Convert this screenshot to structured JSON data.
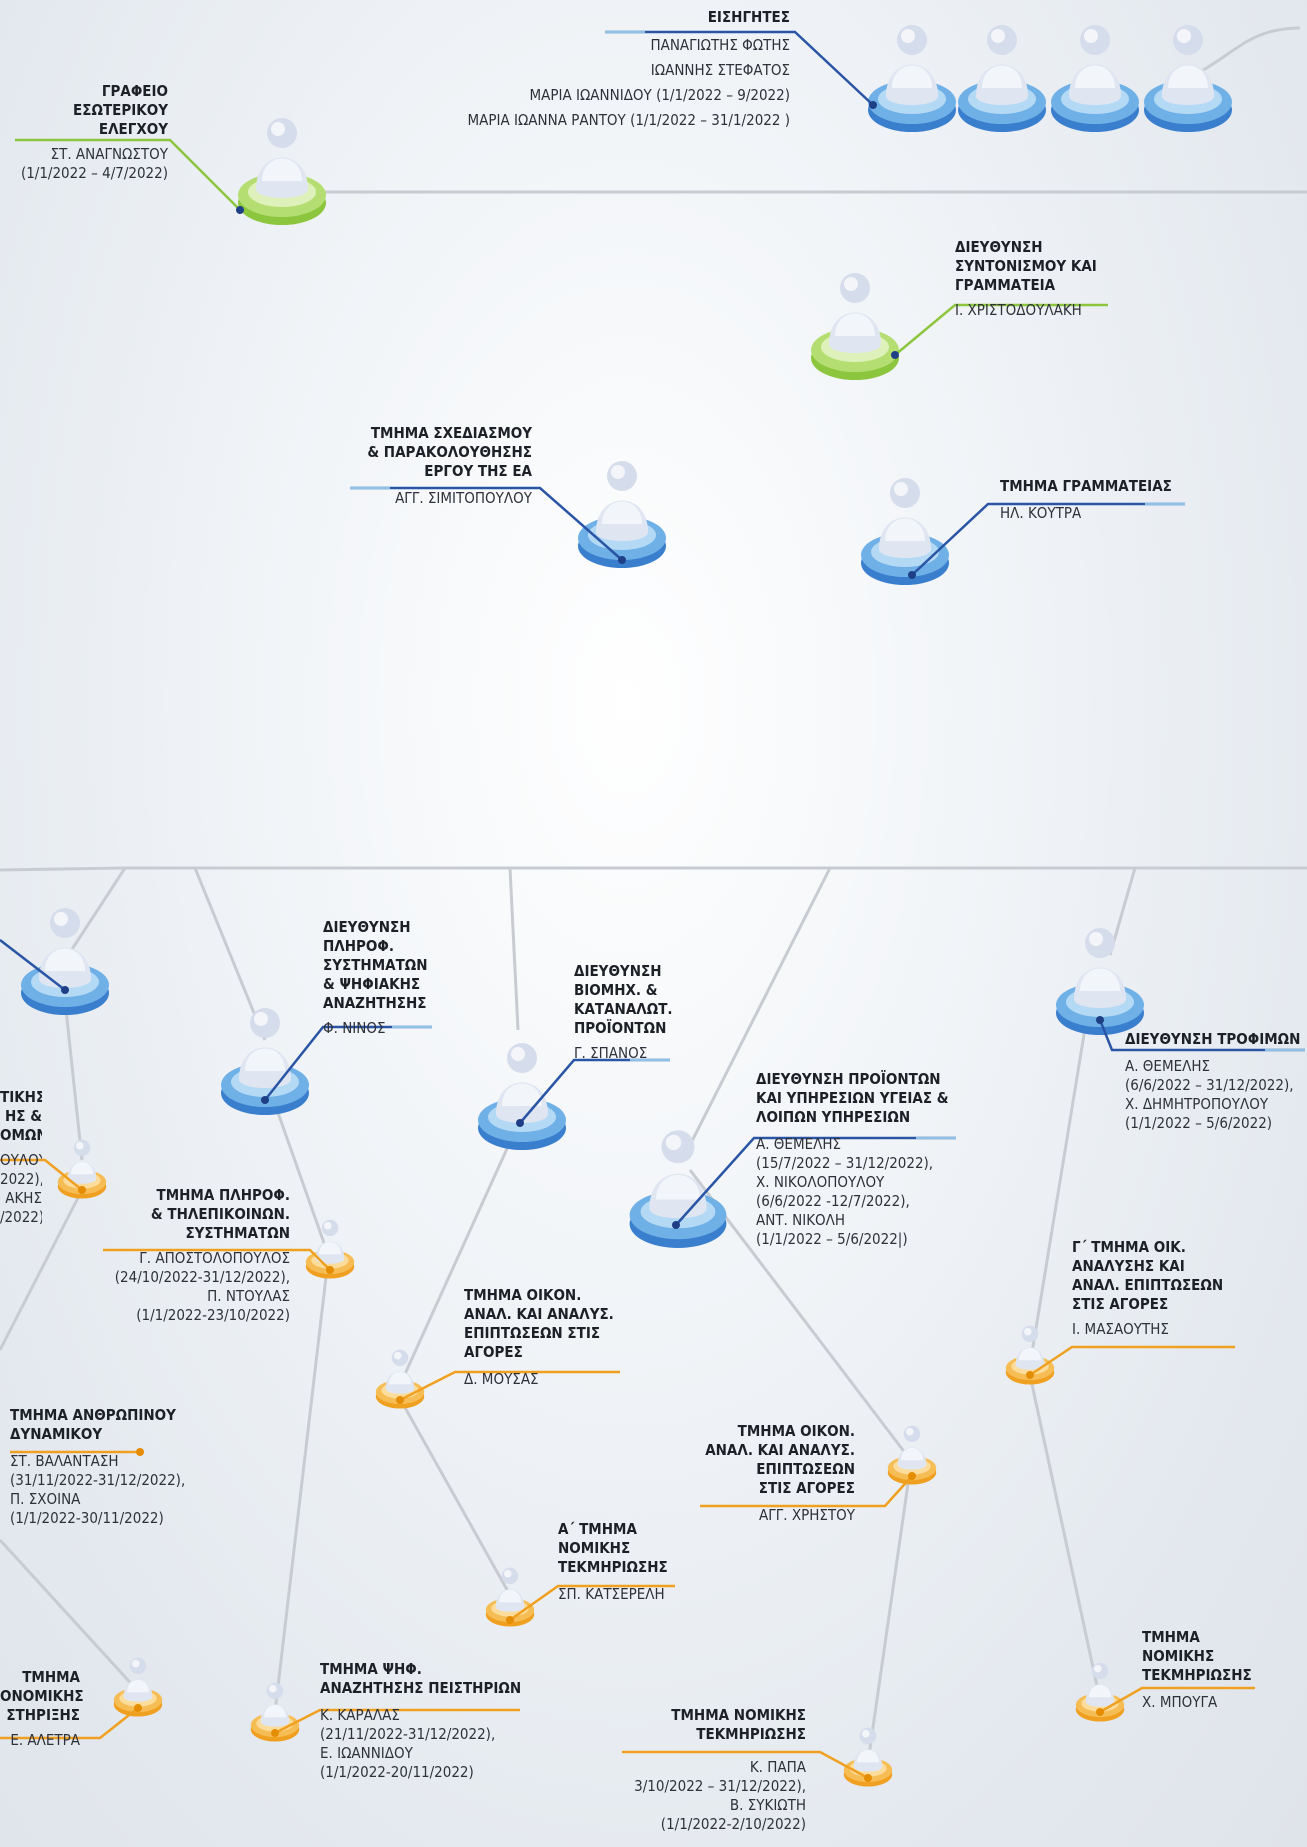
{
  "colors": {
    "blue": "#3a7fce",
    "blue_line": "#2a55a5",
    "blue_light": "#8fc0e6",
    "green": "#8cc63f",
    "orange": "#f0a020",
    "gray_line": "#c8ccd2"
  },
  "nodes": {
    "eisigites": {
      "title": [
        "ΕΙΣΗΓΗΤΕΣ"
      ],
      "names": [
        "ΠΑΝΑΓΙΩΤΗΣ ΦΩΤΗΣ",
        "ΙΩΑΝΝΗΣ ΣΤΕΦΑΤΟΣ",
        "ΜΑΡΙΑ ΙΩΑΝΝΙΔΟΥ (1/1/2022 – 9/2022)",
        "ΜΑΡΙΑ ΙΩΑΝΝΑ ΡΑΝΤΟΥ (1/1/2022 – 31/1/2022 )"
      ]
    },
    "grafeio": {
      "title": [
        "ΓΡΑΦΕΙΟ",
        "ΕΣΩΤΕΡΙΚΟΥ",
        "ΕΛΕΓΧΟΥ"
      ],
      "names": [
        "ΣΤ. ΑΝΑΓΝΩΣΤΟΥ",
        "(1/1/2022 – 4/7/2022)"
      ]
    },
    "syntonismos": {
      "title": [
        "ΔΙΕΥΘΥΝΣΗ",
        "ΣΥΝΤΟΝΙΣΜΟΥ ΚΑΙ",
        "ΓΡΑΜΜΑΤΕΙΑ"
      ],
      "names": [
        "Ι. ΧΡΙΣΤΟΔΟΥΛΑΚΗ"
      ]
    },
    "sxediasmos": {
      "title": [
        "ΤΜΗΜΑ ΣΧΕΔΙΑΣΜΟΥ",
        "& ΠΑΡΑΚΟΛΟΥΘΗΣΗΣ",
        "ΕΡΓΟΥ ΤΗΣ ΕΑ"
      ],
      "names": [
        "ΑΓΓ. ΣΙΜΙΤΟΠΟΥΛΟΥ"
      ]
    },
    "grammateia": {
      "title": [
        "ΤΜΗΜΑ ΓΡΑΜΜΑΤΕΙΑΣ"
      ],
      "names": [
        "ΗΛ. ΚΟΥΤΡΑ"
      ]
    },
    "plirof": {
      "title": [
        "ΔΙΕΥΘΥΝΣΗ",
        "ΠΛΗΡΟΦ.",
        "ΣΥΣΤΗΜΑΤΩΝ",
        "& ΨΗΦΙΑΚΗΣ",
        "ΑΝΑΖΗΤΗΣΗΣ"
      ],
      "names": [
        "Φ. ΝΙΝΟΣ"
      ]
    },
    "viomix": {
      "title": [
        "ΔΙΕΥΘΥΝΣΗ",
        "ΒΙΟΜΗΧ. &",
        "ΚΑΤΑΝΑΛΩΤ.",
        "ΠΡΟΪΟΝΤΩΝ"
      ],
      "names": [
        "Γ. ΣΠΑΝΟΣ"
      ]
    },
    "proionton": {
      "title": [
        "ΔΙΕΥΘΥΝΣΗ ΠΡΟΪΟΝΤΩΝ",
        "ΚΑΙ ΥΠΗΡΕΣΙΩΝ ΥΓΕΙΑΣ &",
        "ΛΟΙΠΩΝ ΥΠΗΡΕΣΙΩΝ"
      ],
      "names": [
        "Α. ΘΕΜΕΛΗΣ",
        "(15/7/2022 – 31/12/2022),",
        "Χ. ΝΙΚΟΛΟΠΟΥΛΟΥ",
        "(6/6/2022 -12/7/2022),",
        "ΑΝΤ. ΝΙΚΟΛΗ",
        "(1/1/2022 – 5/6/2022|)"
      ]
    },
    "trofimon": {
      "title": [
        "ΔΙΕΥΘΥΝΣΗ ΤΡΟΦΙΜΩΝ"
      ],
      "names": [
        "Α. ΘΕΜΕΛΗΣ",
        "(6/6/2022 – 31/12/2022),",
        "Χ. ΔΗΜΗΤΡΟΠΟΥΛΟΥ",
        "(1/1/2022 – 5/6/2022)"
      ]
    },
    "left_partial": {
      "title": [
        "ΤΙΚΗΣ",
        "ΗΣ &",
        "ΟΜΩΝ"
      ],
      "names": [
        "ΟΥΛΟΥ",
        "2022),",
        "ΑΚΗΣ",
        "/2022)"
      ]
    },
    "tilepik": {
      "title": [
        "ΤΜΗΜΑ ΠΛΗΡΟΦ.",
        "& ΤΗΛΕΠΙΚΟΙΝΩΝ.",
        "ΣΥΣΤΗΜΑΤΩΝ"
      ],
      "names": [
        "Γ. ΑΠΟΣΤΟΛΟΠΟΥΛΟΣ",
        "(24/10/2022-31/12/2022),",
        "Π. ΝΤΟΥΛΑΣ",
        "(1/1/2022-23/10/2022)"
      ]
    },
    "oikon1": {
      "title": [
        "ΤΜΗΜΑ ΟΙΚΟΝ.",
        "ΑΝΑΛ. ΚΑΙ ΑΝΑΛΥΣ.",
        "ΕΠΙΠΤΩΣΕΩΝ ΣΤΙΣ",
        "ΑΓΟΡΕΣ"
      ],
      "names": [
        "Δ. ΜΟΥΣΑΣ"
      ]
    },
    "g_tmima": {
      "title": [
        "Γ΄ ΤΜΗΜΑ ΟΙΚ.",
        "ΑΝΑΛΥΣΗΣ ΚΑΙ",
        "ΑΝΑΛ. ΕΠΙΠΤΩΣΕΩΝ",
        "ΣΤΙΣ ΑΓΟΡΕΣ"
      ],
      "names": [
        "Ι. ΜΑΣΑΟΥΤΗΣ"
      ]
    },
    "anthropinou": {
      "title": [
        "ΤΜΗΜΑ ΑΝΘΡΩΠΙΝΟΥ",
        "ΔΥΝΑΜΙΚΟΥ"
      ],
      "names": [
        "ΣΤ. ΒΑΛΑΝΤΑΣΗ",
        "(31/11/2022-31/12/2022),",
        "Π. ΣΧΟΙΝΑ",
        "(1/1/2022-30/11/2022)"
      ]
    },
    "oikon2": {
      "title": [
        "ΤΜΗΜΑ ΟΙΚΟΝ.",
        "ΑΝΑΛ. ΚΑΙ ΑΝΑΛΥΣ.",
        "ΕΠΙΠΤΩΣΕΩΝ",
        "ΣΤΙΣ ΑΓΟΡΕΣ"
      ],
      "names": [
        "ΑΓΓ. ΧΡΗΣΤΟΥ"
      ]
    },
    "a_nomikis": {
      "title": [
        "Α΄ ΤΜΗΜΑ",
        "ΝΟΜΙΚΗΣ",
        "ΤΕΚΜΗΡΙΩΣΗΣ"
      ],
      "names": [
        "ΣΠ. ΚΑΤΣΕΡΕΛΗ"
      ]
    },
    "nomikis_right": {
      "title": [
        "ΤΜΗΜΑ",
        "ΝΟΜΙΚΗΣ",
        "ΤΕΚΜΗΡΙΩΣΗΣ"
      ],
      "names": [
        "Χ. ΜΠΟΥΓΑ"
      ]
    },
    "oikonomikis": {
      "title": [
        "ΤΜΗΜΑ",
        "ΟΝΟΜΙΚΗΣ",
        "ΣΤΗΡΙΞΗΣ"
      ],
      "names": [
        "Ε. ΑΛΕΤΡΑ"
      ]
    },
    "psif": {
      "title": [
        "ΤΜΗΜΑ ΨΗΦ.",
        "ΑΝΑΖΗΤΗΣΗΣ ΠΕΙΣΤΗΡΙΩΝ"
      ],
      "names": [
        "Κ. ΚΑΡΑΛΑΣ",
        "(21/11/2022-31/12/2022),",
        "Ε. ΙΩΑΝΝΙΔΟΥ",
        "(1/1/2022-20/11/2022)"
      ]
    },
    "nomikis_mid": {
      "title": [
        "ΤΜΗΜΑ ΝΟΜΙΚΗΣ",
        "ΤΕΚΜΗΡΙΩΣΗΣ"
      ],
      "names": [
        "Κ. ΠΑΠΑ",
        "3/10/2022 – 31/12/2022),",
        "Β. ΣΥΚΙΩΤΗ",
        "(1/1/2022-2/10/2022)"
      ]
    }
  }
}
